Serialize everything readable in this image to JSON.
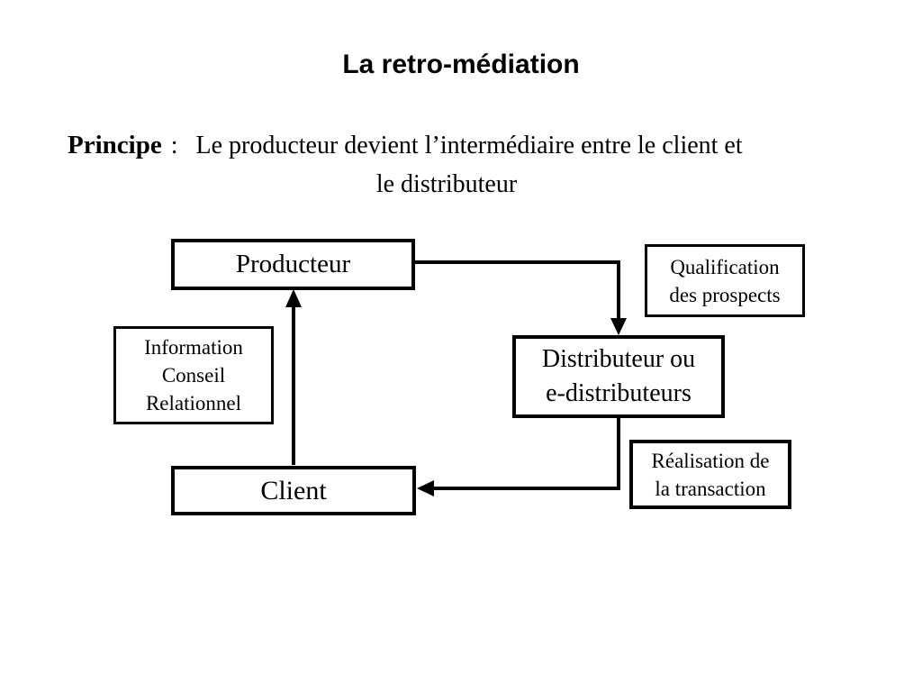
{
  "page": {
    "title": "La retro-médiation",
    "background_color": "#ffffff",
    "text_color": "#000000"
  },
  "principle": {
    "label": "Principe",
    "separator": ":",
    "text_line1": "Le producteur devient l’intermédiaire entre le client et",
    "text_line2": "le distributeur"
  },
  "diagram": {
    "line_color": "#000000",
    "nodes": {
      "producteur": {
        "label": "Producteur"
      },
      "distributeur": {
        "label": "Distributeur ou\ne-distributeurs"
      },
      "client": {
        "label": "Client"
      },
      "qualification": {
        "label": "Qualification\ndes prospects"
      },
      "information": {
        "label": "Information\nConseil\nRelationnel"
      },
      "realisation": {
        "label": "Réalisation de\nla transaction"
      }
    },
    "edges": [
      {
        "from": "producteur",
        "to": "distributeur",
        "annotation": "Qualification des prospects"
      },
      {
        "from": "distributeur",
        "to": "client",
        "annotation": "Réalisation de la transaction"
      },
      {
        "from": "client",
        "to": "producteur",
        "annotation": "Information Conseil Relationnel"
      }
    ]
  }
}
